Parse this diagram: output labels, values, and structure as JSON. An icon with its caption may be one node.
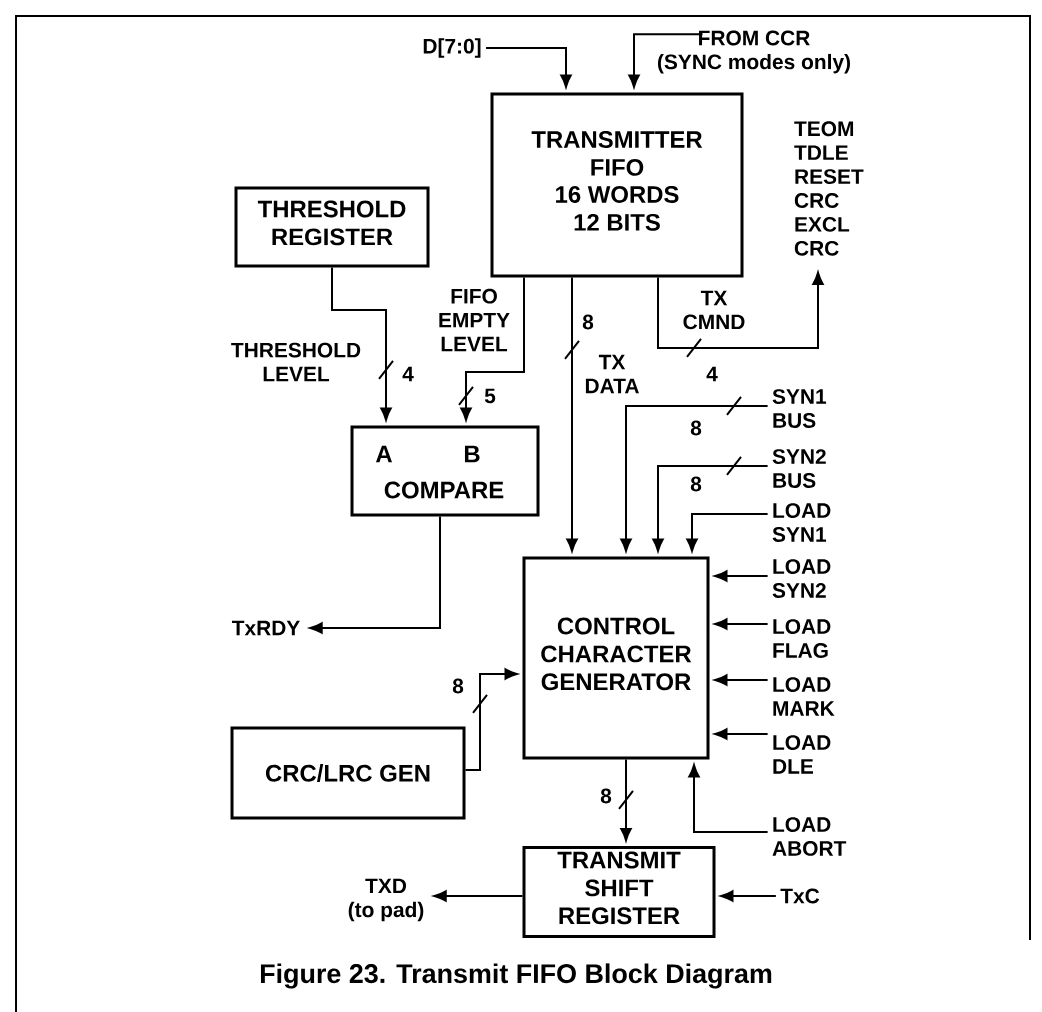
{
  "diagram": {
    "caption": "Figure 23. Transmit FIFO Block Diagram",
    "nodes": [
      {
        "text": [
          "TRANSMITTER FIFO",
          "16 WORDS 12 BITS"
        ]
      },
      {
        "text": [
          "THRESHOLD REGISTER"
        ]
      },
      {
        "text": [
          "A",
          "B",
          "COMPARE"
        ]
      },
      {
        "text": [
          "CONTROL CHARACTER GENERATOR"
        ]
      },
      {
        "text": [
          "CRC/LRC GEN"
        ]
      },
      {
        "text": [
          "TRANSMIT SHIFT REGISTER"
        ]
      },
      {
        "text": [
          "D[7:0]"
        ]
      },
      {
        "text": [
          "FROM CCR",
          "(SYNC modes only)"
        ]
      },
      {
        "text": [
          "TEOM TDLE RESET CRC EXCL CRC"
        ]
      },
      {
        "text": [
          "SYN1 BUS"
        ]
      },
      {
        "text": [
          "SYN2 BUS"
        ]
      },
      {
        "text": [
          "LOAD SYN1"
        ]
      },
      {
        "text": [
          "LOAD SYN2"
        ]
      },
      {
        "text": [
          "LOAD FLAG"
        ]
      },
      {
        "text": [
          "LOAD MARK"
        ]
      },
      {
        "text": [
          "LOAD DLE"
        ]
      },
      {
        "text": [
          "LOAD ABORT"
        ]
      },
      {
        "text": [
          "TxRDY"
        ]
      },
      {
        "text": [
          "TXD",
          "(to pad)"
        ]
      },
      {
        "text": [
          "TxC"
        ]
      }
    ],
    "edges": [
      {
        "from": 6,
        "to": 0,
        "arrow": "to"
      },
      {
        "from": 7,
        "to": 0,
        "arrow": "to"
      },
      {
        "from": 0,
        "to": 8,
        "arrow": "to",
        "label": "TX CMND"
      },
      {
        "from": 1,
        "to": 2,
        "arrow": "to",
        "label": "THRESHOLD LEVEL"
      },
      {
        "from": 0,
        "to": 2,
        "arrow": "to",
        "label": "FIFO EMPTY LEVEL"
      },
      {
        "from": 0,
        "to": 3,
        "arrow": "to",
        "label": "TX DATA"
      },
      {
        "from": 9,
        "to": 3,
        "arrow": "to"
      },
      {
        "from": 10,
        "to": 3,
        "arrow": "to"
      },
      {
        "from": 11,
        "to": 3,
        "arrow": "to"
      },
      {
        "from": 12,
        "to": 3,
        "arrow": "to"
      },
      {
        "from": 13,
        "to": 3,
        "arrow": "to"
      },
      {
        "from": 14,
        "to": 3,
        "arrow": "to"
      },
      {
        "from": 15,
        "to": 3,
        "arrow": "to"
      },
      {
        "from": 16,
        "to": 3,
        "arrow": "to"
      },
      {
        "from": 2,
        "to": 17,
        "arrow": "to"
      },
      {
        "from": 4,
        "to": 3,
        "arrow": "to"
      },
      {
        "from": 3,
        "to": 5,
        "arrow": "to"
      },
      {
        "from": 5,
        "to": 18,
        "arrow": "to"
      },
      {
        "from": 19,
        "to": 5,
        "arrow": "to"
      }
    ],
    "labels": [
      "8",
      "4",
      "4",
      "5",
      "8",
      "8",
      "8",
      "8"
    ]
  }
}
